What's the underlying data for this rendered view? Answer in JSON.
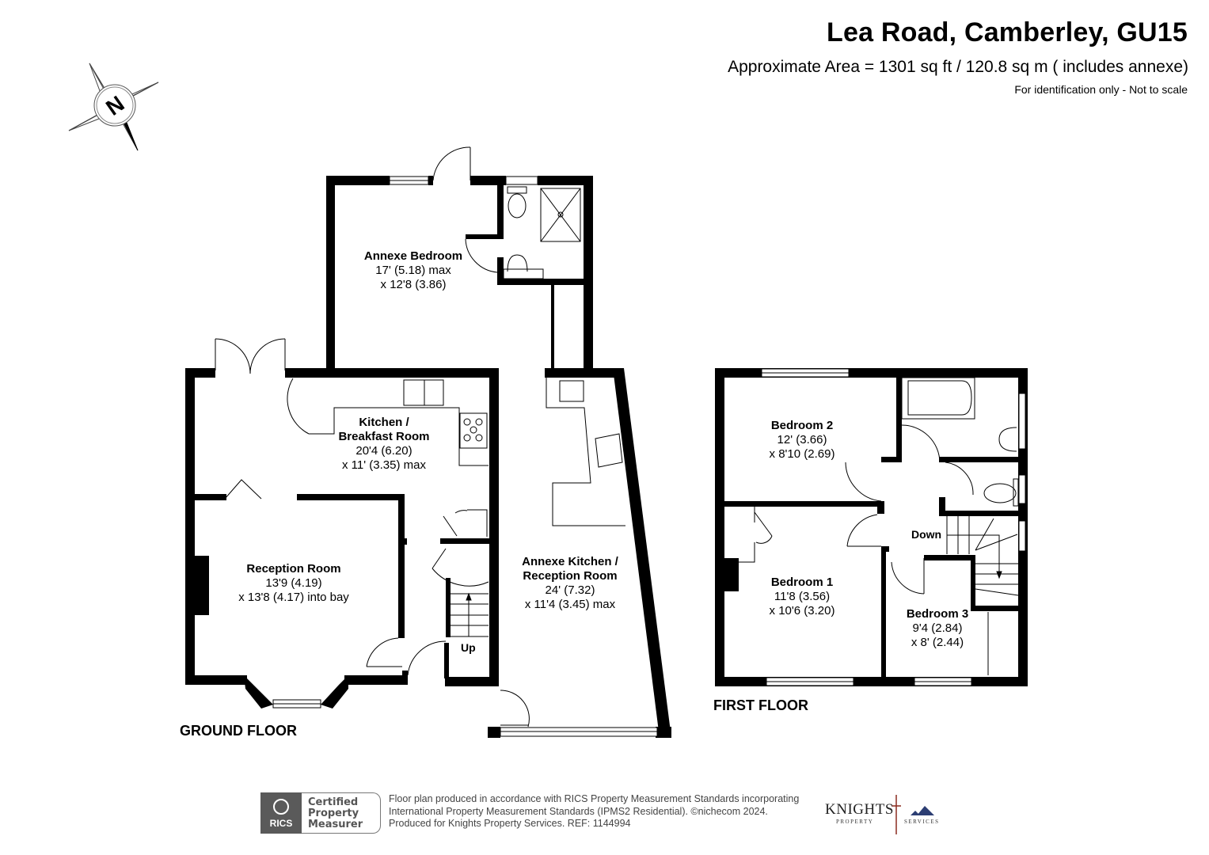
{
  "header": {
    "title": "Lea Road, Camberley, GU15",
    "area": "Approximate Area = 1301 sq ft / 120.8 sq m ( includes annexe)",
    "disclaimer": "For identification only - Not to scale"
  },
  "compass": {
    "icon": "north-compass-icon",
    "letter": "N"
  },
  "ground_floor": {
    "label": "GROUND FLOOR",
    "stairs_label": "Up",
    "rooms": [
      {
        "name": "Annexe Bedroom",
        "dim1": "17' (5.18) max",
        "dim2": "x 12'8 (3.86)"
      },
      {
        "name": "Kitchen /",
        "name2": "Breakfast Room",
        "dim1": "20'4 (6.20)",
        "dim2": "x 11' (3.35) max"
      },
      {
        "name": "Reception Room",
        "dim1": "13'9 (4.19)",
        "dim2": "x 13'8 (4.17) into bay"
      },
      {
        "name": "Annexe Kitchen /",
        "name2": "Reception Room",
        "dim1": "24' (7.32)",
        "dim2": "x 11'4 (3.45) max"
      }
    ]
  },
  "first_floor": {
    "label": "FIRST FLOOR",
    "stairs_label": "Down",
    "rooms": [
      {
        "name": "Bedroom 2",
        "dim1": "12' (3.66)",
        "dim2": "x 8'10 (2.69)"
      },
      {
        "name": "Bedroom 1",
        "dim1": "11'8 (3.56)",
        "dim2": "x 10'6 (3.20)"
      },
      {
        "name": "Bedroom 3",
        "dim1": "9'4 (2.84)",
        "dim2": "x 8' (2.44)"
      }
    ]
  },
  "footer": {
    "rics": {
      "brand": "RICS",
      "line1": "Certified",
      "line2": "Property",
      "line3": "Measurer"
    },
    "text_line1": "Floor plan produced in accordance with RICS Property Measurement Standards incorporating",
    "text_line2": "International Property Measurement Standards (IPMS2 Residential).   ©nichecom 2024.",
    "text_line3": "Produced for Knights Property Services.   REF: 1144994",
    "agent": {
      "name": "KNIGHTS",
      "sub1": "PROPERTY",
      "sub2": "SERVICES"
    }
  }
}
